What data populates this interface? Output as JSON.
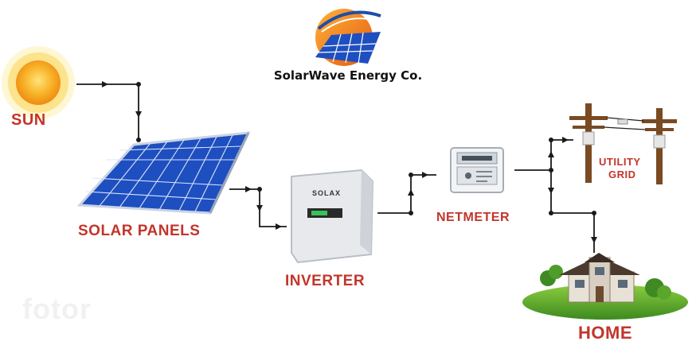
{
  "brand": {
    "name": "SolarWave Energy Co."
  },
  "labels": {
    "sun": "SUN",
    "solar_panels": "SOLAR PANELS",
    "inverter": "INVERTER",
    "netmeter": "NETMETER",
    "utility_grid_line1": "UTILITY",
    "utility_grid_line2": "GRID",
    "home": "HOME"
  },
  "inverter": {
    "brand": "SOLAX"
  },
  "watermark": "fotor",
  "colors": {
    "label": "#c2352b",
    "panel": "#1e4fc0",
    "sun": "#f6a21a",
    "wire": "#1a1a1a",
    "grass": "#5aa52b"
  },
  "icons": [
    "sun-icon",
    "solar-panel-icon",
    "inverter-icon",
    "netmeter-icon",
    "utility-pole-icon",
    "house-icon",
    "brand-logo-icon"
  ]
}
